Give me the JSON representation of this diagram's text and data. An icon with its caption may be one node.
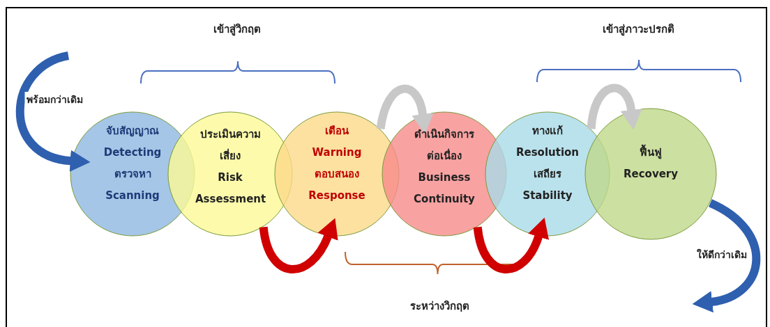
{
  "diagram": {
    "nodes": [
      {
        "text": [
          "จับสัญญาณ",
          "Detecting",
          "ตรวจหา",
          "Scanning"
        ]
      },
      {
        "text": [
          "ประเมินความเสี่ยง",
          "Risk Assessment"
        ]
      },
      {
        "text": [
          "เตือน",
          "Warning",
          "ตอบสนอง",
          "Response"
        ]
      },
      {
        "text": [
          "ดำเนินกิจการต่อเนื่อง",
          "Business Continuity"
        ]
      },
      {
        "text": [
          "ทางแก้",
          "Resolution",
          "เสถียร",
          "Stability"
        ]
      },
      {
        "text": [
          "ฟื้นฟู",
          "Recovery"
        ]
      }
    ],
    "edges": [
      {
        "from": null,
        "to": 0,
        "arrow": "to",
        "label": "พร้อมกว่าเดิม",
        "color": "#2f5faf"
      },
      {
        "from": 1,
        "to": 2,
        "arrow": "to",
        "color": "#d00000"
      },
      {
        "from": 2,
        "to": 3,
        "arrow": "to",
        "color": "#c8c8c8"
      },
      {
        "from": 3,
        "to": 4,
        "arrow": "to",
        "color": "#d00000"
      },
      {
        "from": 4,
        "to": 5,
        "arrow": "to",
        "color": "#c8c8c8"
      },
      {
        "from": 5,
        "to": null,
        "arrow": "to",
        "label": "ให้ดีกว่าเดิม",
        "color": "#2f5faf"
      }
    ],
    "labels": [
      "เข้าสู่วิกฤต",
      "เข้าสู่ภาวะปรกติ",
      "ระหว่างวิกฤต"
    ]
  }
}
